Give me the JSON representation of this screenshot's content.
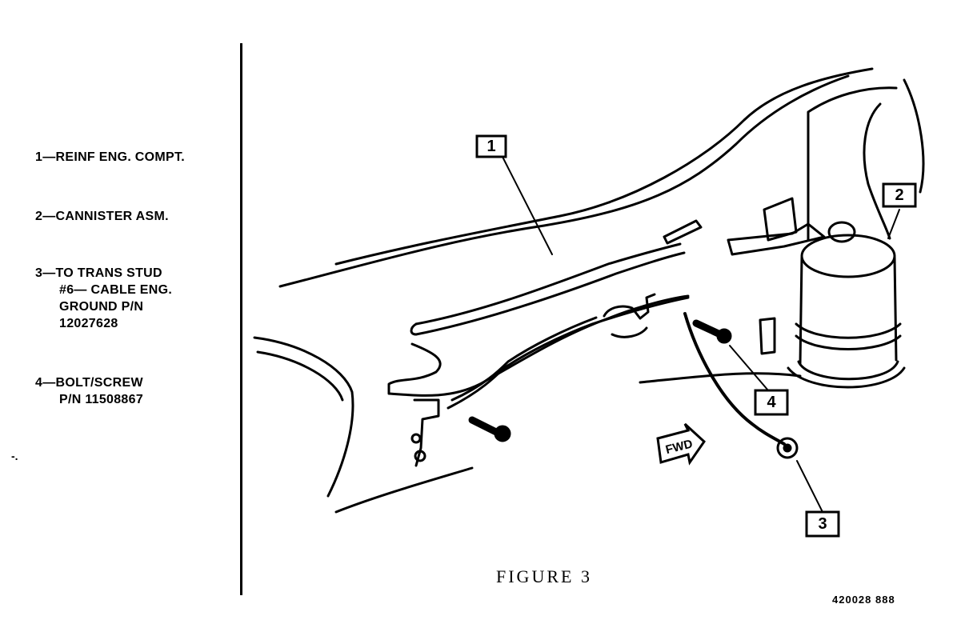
{
  "legend": {
    "items": [
      {
        "label": "1—REINF ENG. COMPT."
      },
      {
        "label": "2—CANNISTER ASM."
      },
      {
        "label": "3—TO TRANS STUD",
        "lines": [
          "#6— CABLE ENG.",
          "GROUND P/N",
          "12027628"
        ]
      },
      {
        "label": "4—BOLT/SCREW",
        "lines": [
          "P/N 11508867"
        ]
      }
    ]
  },
  "stray_mark": "-.",
  "callouts": [
    "1",
    "2",
    "3",
    "4"
  ],
  "fwd_label": "FWD",
  "caption": "FIGURE 3",
  "reference_code": "420028 888"
}
